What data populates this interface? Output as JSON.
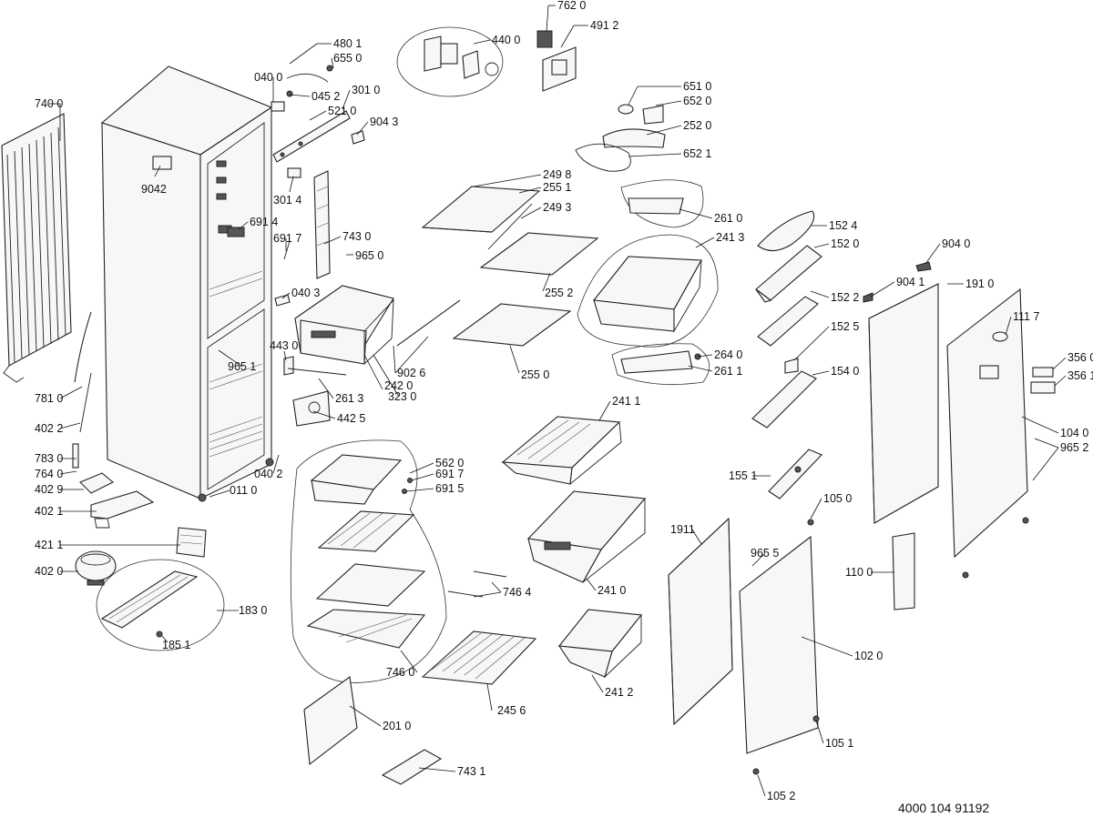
{
  "document_id": "4000 104 91192",
  "callouts": [
    {
      "id": "740",
      "text": "740 0"
    },
    {
      "id": "781",
      "text": "781 0"
    },
    {
      "id": "402-2",
      "text": "402 2"
    },
    {
      "id": "783",
      "text": "783 0"
    },
    {
      "id": "764",
      "text": "764 0"
    },
    {
      "id": "402-9",
      "text": "402 9"
    },
    {
      "id": "402-1",
      "text": "402 1"
    },
    {
      "id": "421-1",
      "text": "421 1"
    },
    {
      "id": "402-0",
      "text": "402 0"
    },
    {
      "id": "183",
      "text": "183 0"
    },
    {
      "id": "185-1",
      "text": "185 1"
    },
    {
      "id": "9042",
      "text": "9042"
    },
    {
      "id": "011",
      "text": "011 0"
    },
    {
      "id": "040-0",
      "text": "040 0"
    },
    {
      "id": "040-2",
      "text": "040 2"
    },
    {
      "id": "480-1",
      "text": "480 1"
    },
    {
      "id": "655",
      "text": "655 0"
    },
    {
      "id": "045-2",
      "text": "045 2"
    },
    {
      "id": "301-0",
      "text": "301 0"
    },
    {
      "id": "521",
      "text": "521 0"
    },
    {
      "id": "904-3",
      "text": "904 3"
    },
    {
      "id": "301-4",
      "text": "301 4"
    },
    {
      "id": "691-4",
      "text": "691 4"
    },
    {
      "id": "691-7a",
      "text": "691 7"
    },
    {
      "id": "743-0",
      "text": "743 0"
    },
    {
      "id": "965-0",
      "text": "965 0"
    },
    {
      "id": "040-3",
      "text": "040 3"
    },
    {
      "id": "443",
      "text": "443 0"
    },
    {
      "id": "965-1",
      "text": "965 1"
    },
    {
      "id": "902-6",
      "text": "902 6"
    },
    {
      "id": "242",
      "text": "242 0"
    },
    {
      "id": "323",
      "text": "323 0"
    },
    {
      "id": "261-3",
      "text": "261 3"
    },
    {
      "id": "442-5",
      "text": "442 5"
    },
    {
      "id": "562",
      "text": "562 0"
    },
    {
      "id": "691-7b",
      "text": "691 7"
    },
    {
      "id": "691-5",
      "text": "691 5"
    },
    {
      "id": "746-0",
      "text": "746  0"
    },
    {
      "id": "746-4",
      "text": "746 4"
    },
    {
      "id": "201",
      "text": "201 0"
    },
    {
      "id": "245-6",
      "text": "245 6"
    },
    {
      "id": "743-1",
      "text": "743 1"
    },
    {
      "id": "440",
      "text": "440 0"
    },
    {
      "id": "762",
      "text": "762 0"
    },
    {
      "id": "491-2",
      "text": "491 2"
    },
    {
      "id": "651",
      "text": "651 0"
    },
    {
      "id": "652-0",
      "text": "652 0"
    },
    {
      "id": "252",
      "text": "252 0"
    },
    {
      "id": "652-1",
      "text": "652 1"
    },
    {
      "id": "249-8",
      "text": "249 8"
    },
    {
      "id": "255-1",
      "text": "255 1"
    },
    {
      "id": "249-3",
      "text": "249 3"
    },
    {
      "id": "255-2",
      "text": "255 2"
    },
    {
      "id": "255-0",
      "text": "255 0"
    },
    {
      "id": "261-0",
      "text": "261 0"
    },
    {
      "id": "241-3",
      "text": "241 3"
    },
    {
      "id": "264",
      "text": "264 0"
    },
    {
      "id": "261-1",
      "text": "261 1"
    },
    {
      "id": "241-1",
      "text": "241 1"
    },
    {
      "id": "241-0",
      "text": "241 0"
    },
    {
      "id": "241-2",
      "text": "241 2"
    },
    {
      "id": "152-4",
      "text": "152 4"
    },
    {
      "id": "152-0",
      "text": "152 0"
    },
    {
      "id": "152-2",
      "text": "152 2"
    },
    {
      "id": "152-5",
      "text": "152 5"
    },
    {
      "id": "154",
      "text": "154 0"
    },
    {
      "id": "155-1",
      "text": "155 1"
    },
    {
      "id": "904-0",
      "text": "904 0"
    },
    {
      "id": "904-1",
      "text": "904 1"
    },
    {
      "id": "191",
      "text": "191 0"
    },
    {
      "id": "111-7",
      "text": "111 7"
    },
    {
      "id": "356-0",
      "text": "356 0"
    },
    {
      "id": "356-1",
      "text": "356 1"
    },
    {
      "id": "104",
      "text": "104 0"
    },
    {
      "id": "965-2",
      "text": "965 2"
    },
    {
      "id": "105-0",
      "text": "105 0"
    },
    {
      "id": "1911",
      "text": "1911"
    },
    {
      "id": "965-5",
      "text": "965 5"
    },
    {
      "id": "110",
      "text": "110 0"
    },
    {
      "id": "102",
      "text": "102 0"
    },
    {
      "id": "105-1",
      "text": "105 1"
    },
    {
      "id": "105-2",
      "text": "105 2"
    }
  ]
}
